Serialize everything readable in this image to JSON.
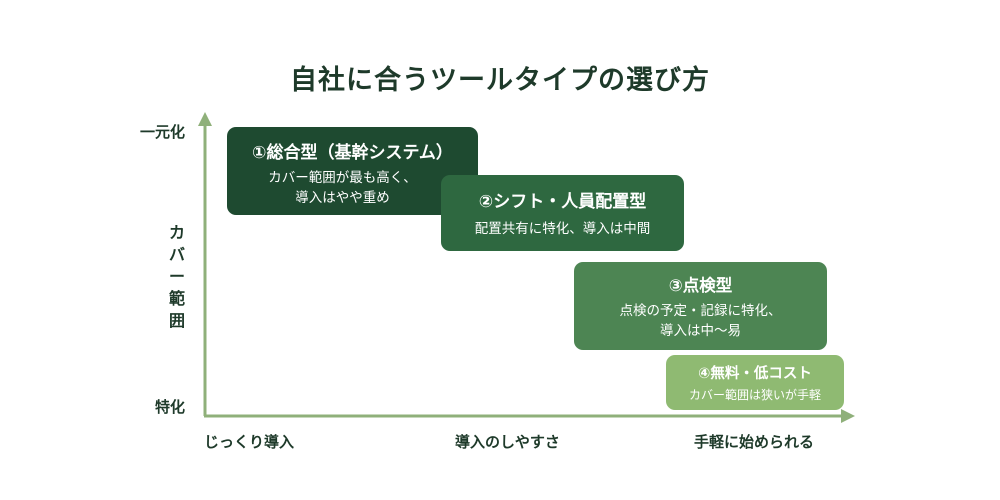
{
  "title": "自社に合うツールタイプの選び方",
  "y_axis": {
    "top_label": "一元化",
    "middle_label": "カバー範囲",
    "bottom_label": "特化"
  },
  "x_axis": {
    "left_label": "じっくり導入",
    "middle_label": "導入のしやすさ",
    "right_label": "手軽に始められる"
  },
  "boxes": [
    {
      "title": "①総合型（基幹システム）",
      "desc_line1": "カバー範囲が最も高く、",
      "desc_line2": "導入はやや重め",
      "color": "#1e4a30"
    },
    {
      "title": "②シフト・人員配置型",
      "desc_line1": "配置共有に特化、導入は中間",
      "color": "#2e6840"
    },
    {
      "title": "③点検型",
      "desc_line1": "点検の予定・記録に特化、",
      "desc_line2": "導入は中〜易",
      "color": "#4d8553"
    },
    {
      "title": "④無料・低コスト",
      "desc_line1": "カバー範囲は狭いが手軽",
      "color": "#8fba72"
    }
  ],
  "colors": {
    "title_text": "#1e3a2a",
    "axis": "#8fb07a"
  }
}
